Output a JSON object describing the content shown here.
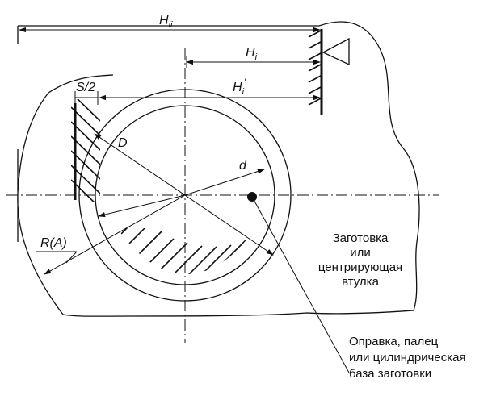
{
  "labels": {
    "h_ii": {
      "main": "H",
      "sub": "ii"
    },
    "h_i": {
      "main": "H",
      "sub": "i"
    },
    "h_i_prime": {
      "main": "H",
      "sub": "i",
      "prime": "′"
    },
    "s_half": "S/2",
    "d_big": "D",
    "d_small": "d",
    "r_a": "R(A)"
  },
  "notes": {
    "workpiece": [
      "Заготовка",
      "или",
      "центрирующая",
      "втулка"
    ],
    "mandrel": [
      "Оправка, палец",
      "или цилиндрическая",
      "база заготовки"
    ]
  },
  "colors": {
    "ink": "#111111",
    "background": "#ffffff"
  }
}
